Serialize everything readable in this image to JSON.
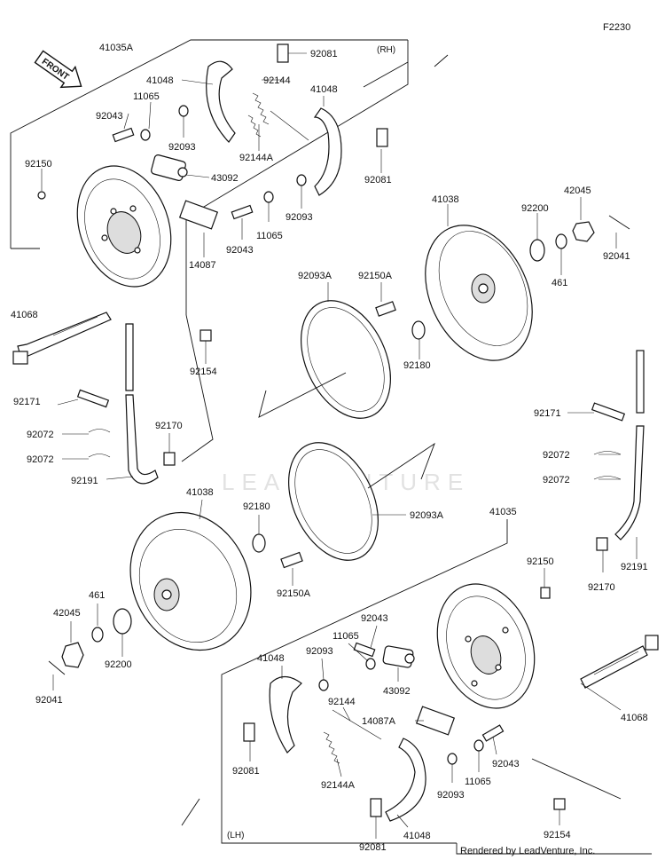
{
  "figure_code": "F2230",
  "front_label": "FRONT",
  "side_rh": "(RH)",
  "side_lh": "(LH)",
  "watermark": "LEADVENTURE",
  "credit": "Rendered by LeadVenture, Inc.",
  "callouts": {
    "c41035A": "41035A",
    "c92081_rh_top": "92081",
    "c41048_rh_left": "41048",
    "c92144_rh": "92144",
    "c41048_rh_right": "41048",
    "c11065_rh_top": "11065",
    "c92043_rh_top": "92043",
    "c92093_rh_top": "92093",
    "c92144A_rh": "92144A",
    "c92150_rh": "92150",
    "c43092_rh": "43092",
    "c92081_rh_right": "92081",
    "c92093_rh_mid": "92093",
    "c11065_rh_mid": "11065",
    "c92043_rh_mid": "92043",
    "c14087_rh": "14087",
    "c41068_left": "41068",
    "c92154_rh": "92154",
    "c92093A_top": "92093A",
    "c92150A_top": "92150A",
    "c41038_top": "41038",
    "c92180_top": "92180",
    "c92200_top": "92200",
    "c42045_top": "42045",
    "c461_top": "461",
    "c92041_top": "92041",
    "c92171_left": "92171",
    "c92072_left_a": "92072",
    "c92072_left_b": "92072",
    "c92170_left": "92170",
    "c92191_left": "92191",
    "c41038_bottom": "41038",
    "c92180_bottom": "92180",
    "c92150A_bottom": "92150A",
    "c92093A_bottom": "92093A",
    "c461_bottom": "461",
    "c42045_bottom": "42045",
    "c92200_bottom": "92200",
    "c92041_bottom": "92041",
    "c92171_right": "92171",
    "c92072_right_a": "92072",
    "c92072_right_b": "92072",
    "c92191_right": "92191",
    "c92170_right": "92170",
    "c41035": "41035",
    "c92150_lh": "92150",
    "c92043_lh_top": "92043",
    "c11065_lh_top": "11065",
    "c92093_lh_top": "92093",
    "c41048_lh_left": "41048",
    "c43092_lh": "43092",
    "c92144_lh": "92144",
    "c14087A_lh": "14087A",
    "c92081_lh_left": "92081",
    "c92144A_lh": "92144A",
    "c92043_lh_mid": "92043",
    "c11065_lh_mid": "11065",
    "c92093_lh_mid": "92093",
    "c41068_right": "41068",
    "c92081_lh_bottom": "92081",
    "c41048_lh_bottom": "41048",
    "c92154_lh": "92154"
  }
}
